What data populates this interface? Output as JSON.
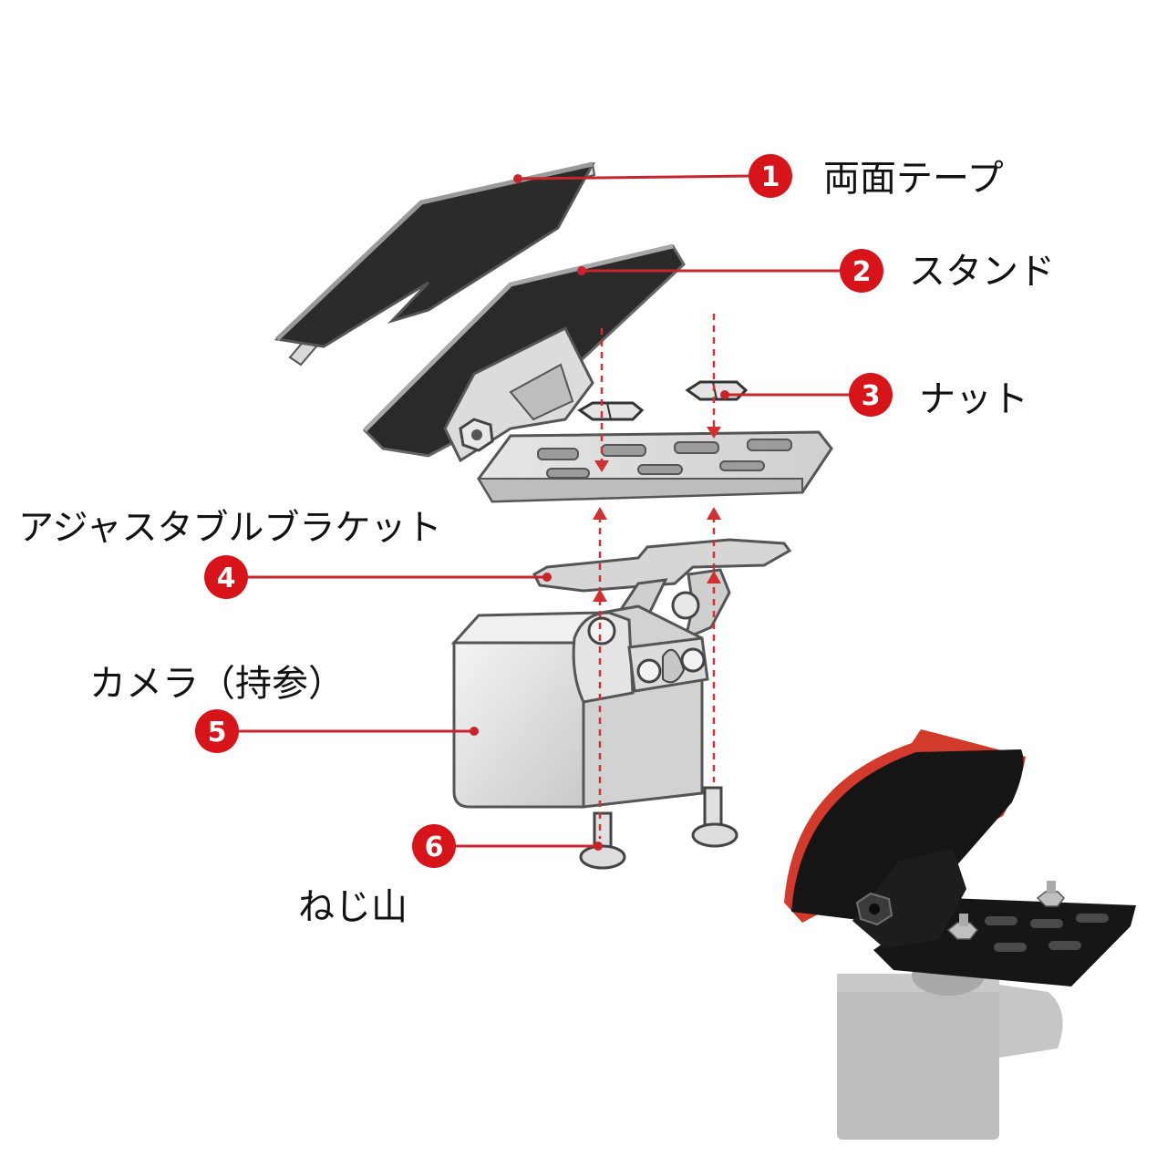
{
  "parts": [
    {
      "number": "1",
      "label": "両面テープ"
    },
    {
      "number": "2",
      "label": "スタンド"
    },
    {
      "number": "3",
      "label": "ナット"
    },
    {
      "number": "4",
      "label": "アジャスタブルブラケット"
    },
    {
      "number": "5",
      "label": "カメラ（持参）"
    },
    {
      "number": "6",
      "label": "ねじ山"
    }
  ],
  "colors": {
    "callout_red": "#d8141b",
    "line_red": "#c8242b",
    "part_dark": "#2a2a2a",
    "part_light": "#d4d4d4",
    "photo_black": "#151515",
    "photo_red": "#d23a2c"
  }
}
